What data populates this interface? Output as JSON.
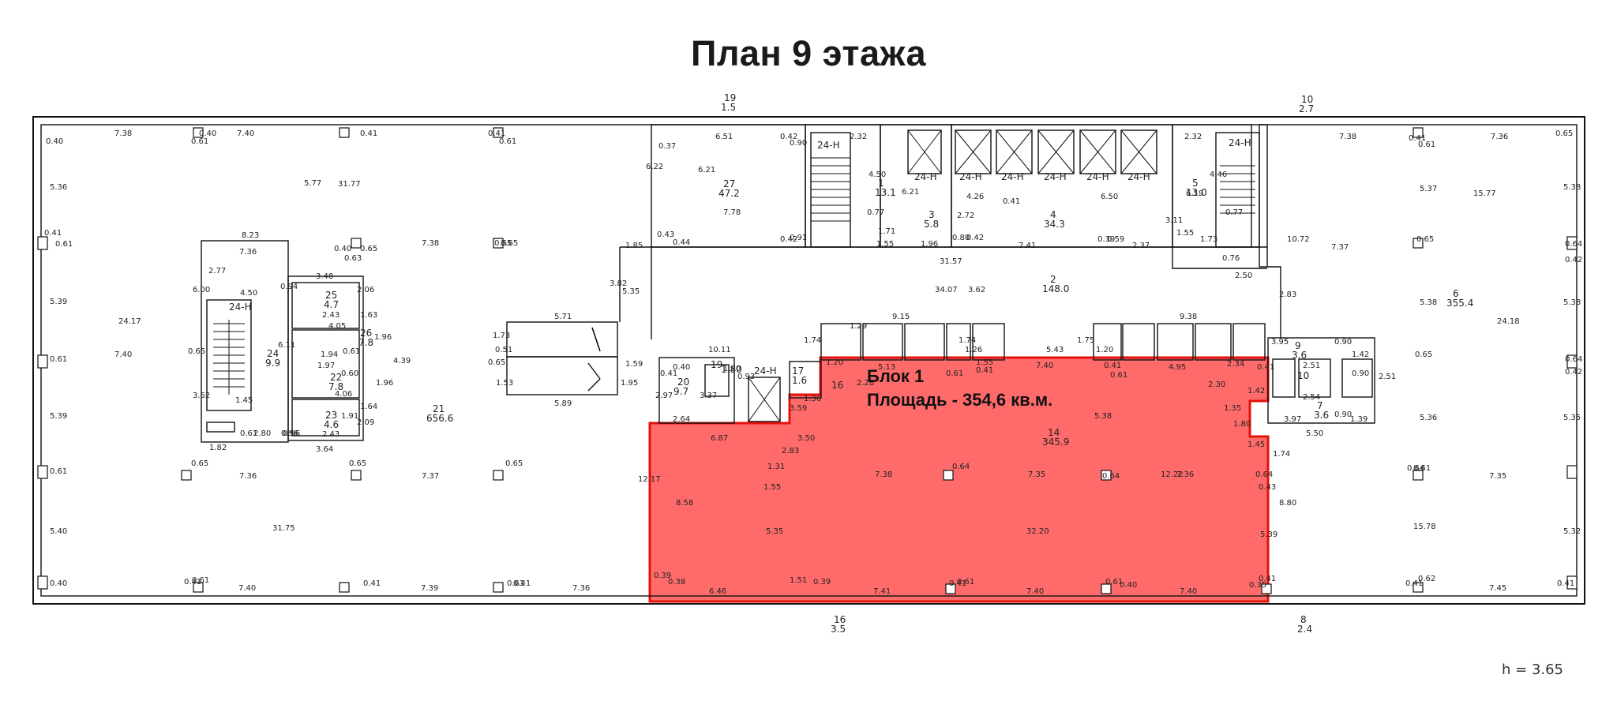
{
  "title": "План 9 этажа",
  "highlight": {
    "block": "Блок 1",
    "area_label": "Площадь - 354,6 кв.м.",
    "fill": "#ff6b6b",
    "stroke": "#e3120b"
  },
  "height_note": "h  =  3.65",
  "rooms": [
    {
      "no": "19",
      "area": "1.5"
    },
    {
      "no": "10",
      "area": "2.7"
    },
    {
      "no": "27",
      "area": "47.2"
    },
    {
      "no": "1",
      "area": "13.1"
    },
    {
      "no": "3",
      "area": "5.8"
    },
    {
      "no": "4",
      "area": "34.3"
    },
    {
      "no": "5",
      "area": "13.0"
    },
    {
      "no": "2",
      "area": "148.0"
    },
    {
      "no": "6",
      "area": "355.4"
    },
    {
      "no": "21",
      "area": "656.6"
    },
    {
      "no": "14",
      "area": "345.9"
    },
    {
      "no": "16",
      "area": "3.5"
    },
    {
      "no": "8",
      "area": "2.4"
    },
    {
      "no": "20",
      "area": "9.7"
    },
    {
      "no": "19",
      "area": "1.80"
    },
    {
      "no": "17",
      "area": "1.6"
    },
    {
      "no": "16",
      "area": ""
    },
    {
      "no": "9",
      "area": "3.6"
    },
    {
      "no": "7",
      "area": "3.6"
    },
    {
      "no": "10",
      "area": ""
    },
    {
      "no": "24",
      "area": "9.9"
    },
    {
      "no": "26",
      "area": "7.8"
    },
    {
      "no": "22",
      "area": "7.8"
    },
    {
      "no": "23",
      "area": "4.6"
    },
    {
      "no": "25",
      "area": "4.7"
    }
  ],
  "lift_labels": [
    "24-Н",
    "24-Н",
    "24-Н",
    "24-Н",
    "24-Н",
    "24-Н",
    "24-Н",
    "24-Н",
    "24-Н",
    "24-Н"
  ],
  "dims": {
    "top_left": [
      "0.40",
      "7.38",
      "0.40",
      "7.40",
      "0.61",
      "0.41",
      "0.41",
      "0.61"
    ],
    "left_col": [
      "5.36",
      "0.41",
      "0.61",
      "5.39",
      "0.61",
      "5.39",
      "0.61",
      "5.40",
      "0.40"
    ],
    "left_block": [
      "5.77",
      "31.77",
      "8.23",
      "7.36",
      "0.40",
      "0.65",
      "0.63",
      "7.38",
      "0.65",
      "0.65",
      "24.17",
      "7.40",
      "2.77",
      "6.00",
      "4.50",
      "0.65",
      "3.62",
      "1.82",
      "0.61",
      "2.80",
      "6.11",
      "1.45",
      "0.96"
    ],
    "wc_block": [
      "3.48",
      "2.06",
      "2.43",
      "1.63",
      "4.05",
      "1.96",
      "0.61",
      "4.39",
      "1.97",
      "1.94",
      "0.60",
      "1.96",
      "4.06",
      "1.64",
      "2.09",
      "1.91",
      "2.43",
      "3.64",
      "0.94",
      "0.96"
    ],
    "left_bottom": [
      "0.65",
      "7.36",
      "0.65",
      "7.37",
      "0.65",
      "31.75",
      "7.40",
      "0.61",
      "0.41",
      "7.39",
      "0.41",
      "0.41",
      "7.36",
      "0.61"
    ],
    "mid_upper": [
      "0.37",
      "6.51",
      "0.42",
      "0.90",
      "6.22",
      "6.21",
      "7.78",
      "0.43",
      "0.44",
      "0.42",
      "0.91",
      "1.85",
      "3.82",
      "5.35",
      "5.71",
      "1.73",
      "0.51",
      "0.65",
      "1.53",
      "5.89",
      "1.59",
      "1.95"
    ],
    "core_upper": [
      "2.32",
      "4.50",
      "6.21",
      "0.77",
      "1.71",
      "1.55",
      "1.96",
      "2.72",
      "0.80",
      "0.42",
      "4.26",
      "0.41",
      "6.50",
      "3.11",
      "7.41",
      "0.39",
      "0.59",
      "2.37",
      "31.57",
      "34.07",
      "3.62"
    ],
    "core_right": [
      "2.32",
      "4.46",
      "6.19",
      "0.77",
      "1.55",
      "1.73",
      "0.76",
      "2.50",
      "10.72",
      "2.83"
    ],
    "mid_row": [
      "9.15",
      "1.74",
      "1.29",
      "1.26",
      "1.55",
      "1.74",
      "5.43",
      "1.75",
      "1.20",
      "9.38",
      "10.11",
      "1.80",
      "0.93",
      "0.40",
      "0.41",
      "2.97",
      "3.37",
      "2.64"
    ],
    "right_block": [
      "7.38",
      "0.41",
      "0.61",
      "7.36",
      "0.65",
      "5.37",
      "15.77",
      "5.38",
      "0.64",
      "0.42",
      "7.37",
      "0.65",
      "5.38",
      "24.18",
      "5.38",
      "0.65",
      "0.64",
      "0.42",
      "5.36",
      "5.35",
      "0.64",
      "7.35",
      "0.61",
      "15.78",
      "5.32",
      "0.41",
      "0.62",
      "7.45",
      "0.41"
    ],
    "right_wc": [
      "3.95",
      "0.90",
      "2.51",
      "1.42",
      "2.54",
      "0.90",
      "2.51",
      "3.97",
      "0.90",
      "1.39",
      "5.50"
    ],
    "highlight_dims": [
      "1.20",
      "5.13",
      "0.61",
      "0.41",
      "7.40",
      "0.41",
      "0.61",
      "4.95",
      "2.34",
      "0.41",
      "2.30",
      "1.42",
      "1.35",
      "1.80",
      "1.45",
      "1.74",
      "1.36",
      "3.59",
      "6.87",
      "2.83",
      "3.50",
      "1.31",
      "1.55",
      "7.38",
      "0.64",
      "7.35",
      "0.64",
      "12.22",
      "7.36",
      "0.64",
      "0.43",
      "8.58",
      "5.35",
      "5.38",
      "32.20",
      "5.39",
      "8.80",
      "0.39",
      "0.38",
      "6.46",
      "1.51",
      "0.39",
      "7.41",
      "0.41",
      "0.61",
      "7.40",
      "0.61",
      "0.40",
      "7.40",
      "0.35",
      "0.41",
      "12.17",
      "2.28"
    ]
  }
}
